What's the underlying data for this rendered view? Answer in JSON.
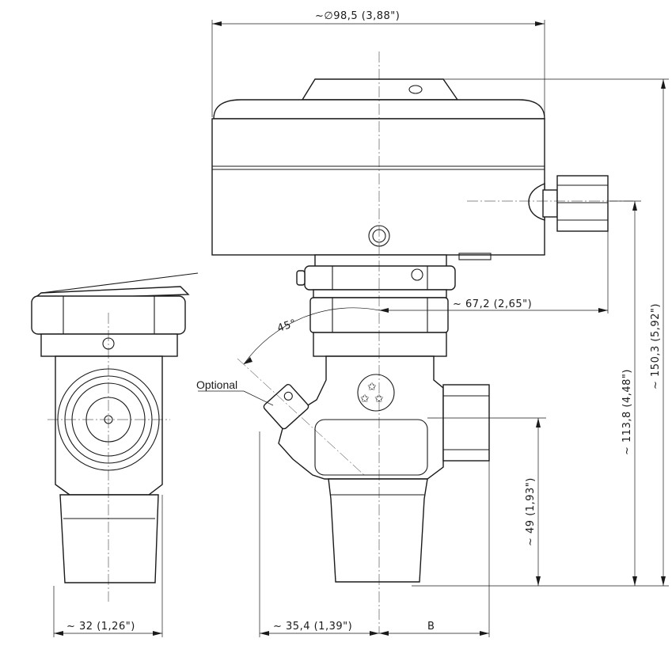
{
  "dimensions": {
    "top_diameter": "~∅98,5  (3,88\")",
    "height_total": "~ 150,3  (5,92\")",
    "height_port": "~ 113,8  (4,48\")",
    "height_lower": "~ 49  (1,93\")",
    "width_side": "~ 67,2  (2,65\")",
    "width_left_view": "~ 32  (1,26\")",
    "width_front_left": "~ 35,4  (1,39\")",
    "width_b": "B",
    "angle": "45°"
  },
  "labels": {
    "optional": "Optional"
  }
}
